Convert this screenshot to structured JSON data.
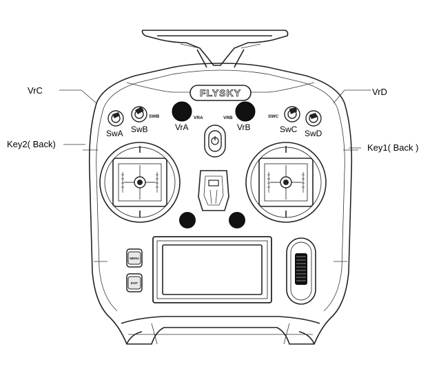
{
  "callouts": {
    "vrc": "VrC",
    "vrd": "VrD",
    "key2": "Key2( Back)",
    "key1": "Key1( Back )"
  },
  "switches": {
    "swa": "SwA",
    "swb": "SwB",
    "vra": "VrA",
    "vrb": "VrB",
    "swc": "SwC",
    "swd": "SwD"
  },
  "engraved": {
    "swb": "SWB",
    "vra": "VRA",
    "vrb": "VRB",
    "swc": "SWC",
    "menu": "MENU",
    "exit": "EXIT"
  },
  "brand": {
    "name": "FLYSKY"
  }
}
